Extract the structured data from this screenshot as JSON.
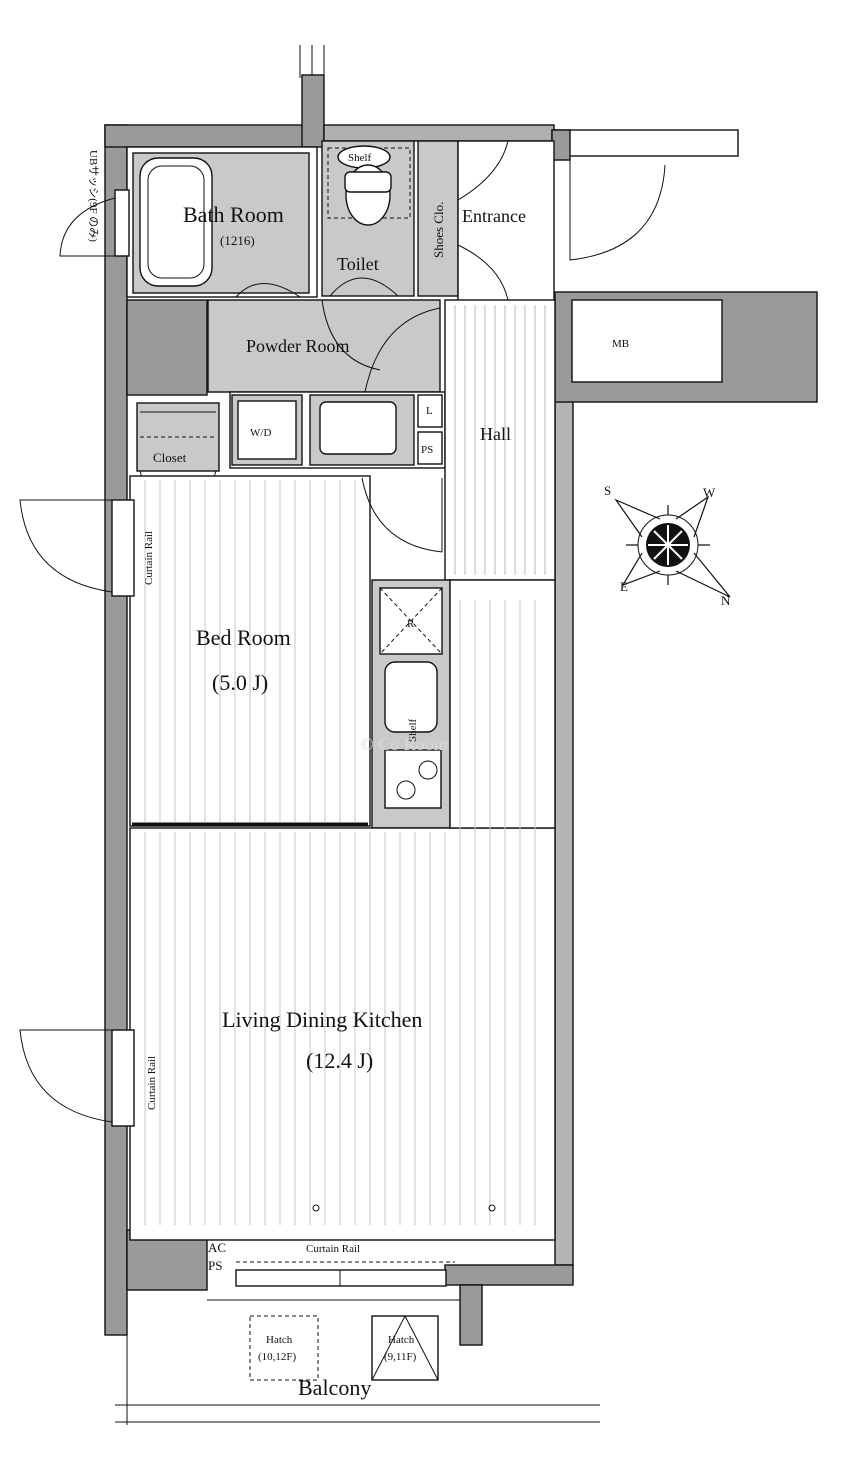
{
  "labels": {
    "bath_room": "Bath Room",
    "bath_size": "(1216)",
    "shelf_top": "Shelf",
    "toilet": "Toilet",
    "shoes_clo": "Shoes Clo.",
    "entrance": "Entrance",
    "ub_note": "UBサッシ(9F のみ)",
    "powder_room": "Powder Room",
    "mb": "MB",
    "wd": "W/D",
    "l": "L",
    "ps": "PS",
    "hall": "Hall",
    "closet": "Closet",
    "curtain_rail_1": "Curtain Rail",
    "bed_room": "Bed Room",
    "bed_size": "(5.0 J)",
    "r": "R",
    "shelf_kitchen": "Shelf",
    "watermark": "© Co Room",
    "ldk": "Living Dining Kitchen",
    "ldk_size": "(12.4 J)",
    "curtain_rail_2": "Curtain Rail",
    "ac": "AC",
    "ps2": "PS",
    "curtain_rail_3": "Curtain Rail",
    "hatch1": "Hatch",
    "hatch1_floors": "(10,12F)",
    "hatch2": "Hatch",
    "hatch2_floors": "(9,11F)",
    "balcony": "Balcony"
  },
  "compass": {
    "s": "S",
    "w": "W",
    "e": "E",
    "n": "N"
  },
  "colors": {
    "wall": "#9a9a9a",
    "fixture": "#c9c9c9",
    "line": "#111111"
  }
}
